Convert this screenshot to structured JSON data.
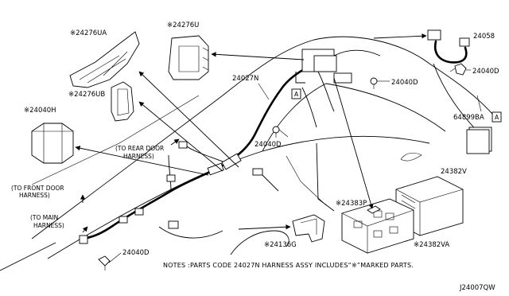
{
  "labels": {
    "p24276UA": "※24276UA",
    "p24276U": "※24276U",
    "p24058": "24058",
    "p24040D_tr": "24040D",
    "p24040D_mid": "24040D",
    "p24027N": "24027N",
    "p24276UB": "※24276UB",
    "p24040H": "※24040H",
    "p64899BA": "64899BA",
    "box_a": "A",
    "box_a2": "A",
    "rear_door_1": "(TO REAR DOOR",
    "rear_door_2": "HARNESS)",
    "front_door_1": "(TO FRONT DOOR",
    "front_door_2": "HARNESS)",
    "main_1": "(TO MAIN",
    "main_2": "HARNESS)",
    "p24382V": "24382V",
    "p24383P": "※24383P",
    "p24382VA": "※24382VA",
    "p24136G": "※24136G",
    "p24040D_bl": "24040D",
    "notes": "NOTES :PARTS CODE 24027N HARNESS ASSY INCLUDES“※”MARKED PARTS.",
    "diagram_code": "J24007QW"
  }
}
